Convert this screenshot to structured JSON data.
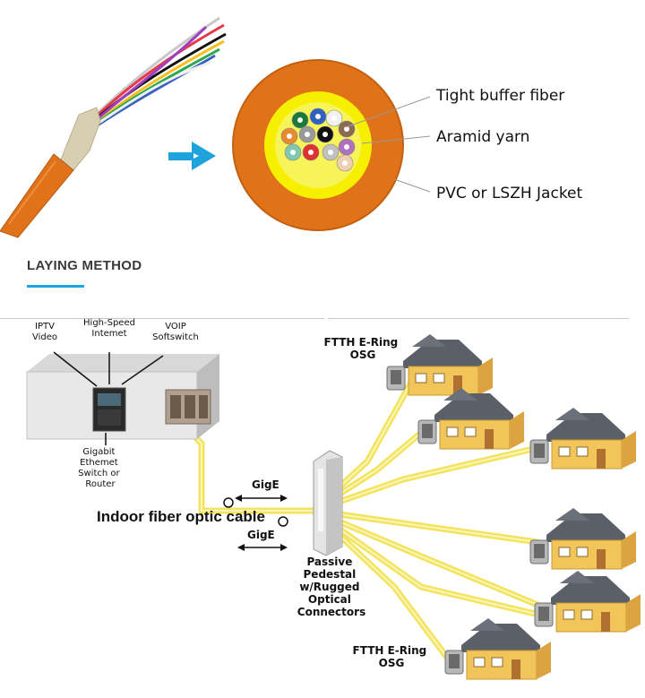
{
  "cross_section": {
    "labels": {
      "tight_buffer": "Tight buffer fiber",
      "aramid": "Aramid yarn",
      "jacket": "PVC or LSZH Jacket"
    },
    "fiber_colors": [
      "#1a7a3a",
      "#3060c0",
      "#f0f0f0",
      "#8a6a50",
      "#e88a30",
      "#9a9a9a",
      "#111111",
      "#b070c0",
      "#80c8b0",
      "#e03030",
      "#c0c0c0",
      "#f0d0b0"
    ]
  },
  "section": {
    "title": "LAYING METHOD"
  },
  "diagram": {
    "sources": {
      "iptv": [
        "IPTV",
        "Video"
      ],
      "internet": [
        "High-Speed",
        "Intemet"
      ],
      "voip": [
        "VOIP",
        "Softswitch"
      ]
    },
    "switch_label": [
      "Gigabit",
      "Ethemet",
      "Switch or",
      "Router"
    ],
    "gige_top": "GigE",
    "gige_bottom": "GigE",
    "cable_label": "Indoor fiber optic cable",
    "pedestal_label": [
      "Passive",
      "Pedestal",
      "w/Rugged",
      "Optical",
      "Connectors"
    ],
    "ftth_top": [
      "FTTH E-Ring",
      "OSG"
    ],
    "ftth_bottom": [
      "FTTH E-Ring",
      "OSG"
    ]
  },
  "colors": {
    "accent": "#1fa3dc",
    "jacket_orange": "#e0731a",
    "aramid_yellow": "#f6f000",
    "fiber_line": "#f2e460",
    "house_roof": "#5a5f68",
    "house_wall": "#f2c55a"
  }
}
